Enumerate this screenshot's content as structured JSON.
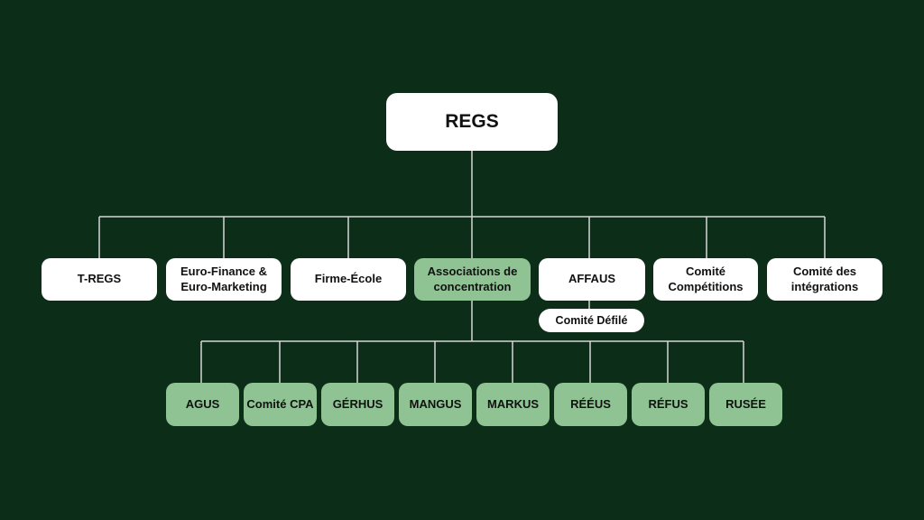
{
  "root": {
    "label": "REGS"
  },
  "level1": [
    {
      "label": "T-REGS"
    },
    {
      "label": "Euro-Finance & Euro-Marketing"
    },
    {
      "label": "Firme-École"
    },
    {
      "label": "Associations de concentration"
    },
    {
      "label": "AFFAUS"
    },
    {
      "label": "Comité Compétitions"
    },
    {
      "label": "Comité des intégrations"
    }
  ],
  "affaus_sub": {
    "label": "Comité Défilé"
  },
  "level2": [
    {
      "label": "AGUS"
    },
    {
      "label": "Comité CPA"
    },
    {
      "label": "GÉRHUS"
    },
    {
      "label": "MANGUS"
    },
    {
      "label": "MARKUS"
    },
    {
      "label": "RÉÉUS"
    },
    {
      "label": "RÉFUS"
    },
    {
      "label": "RUSÉE"
    }
  ],
  "colors": {
    "background": "#0c2e18",
    "node_white": "#ffffff",
    "node_green": "#8fc393",
    "connector": "#d6d6d6"
  }
}
